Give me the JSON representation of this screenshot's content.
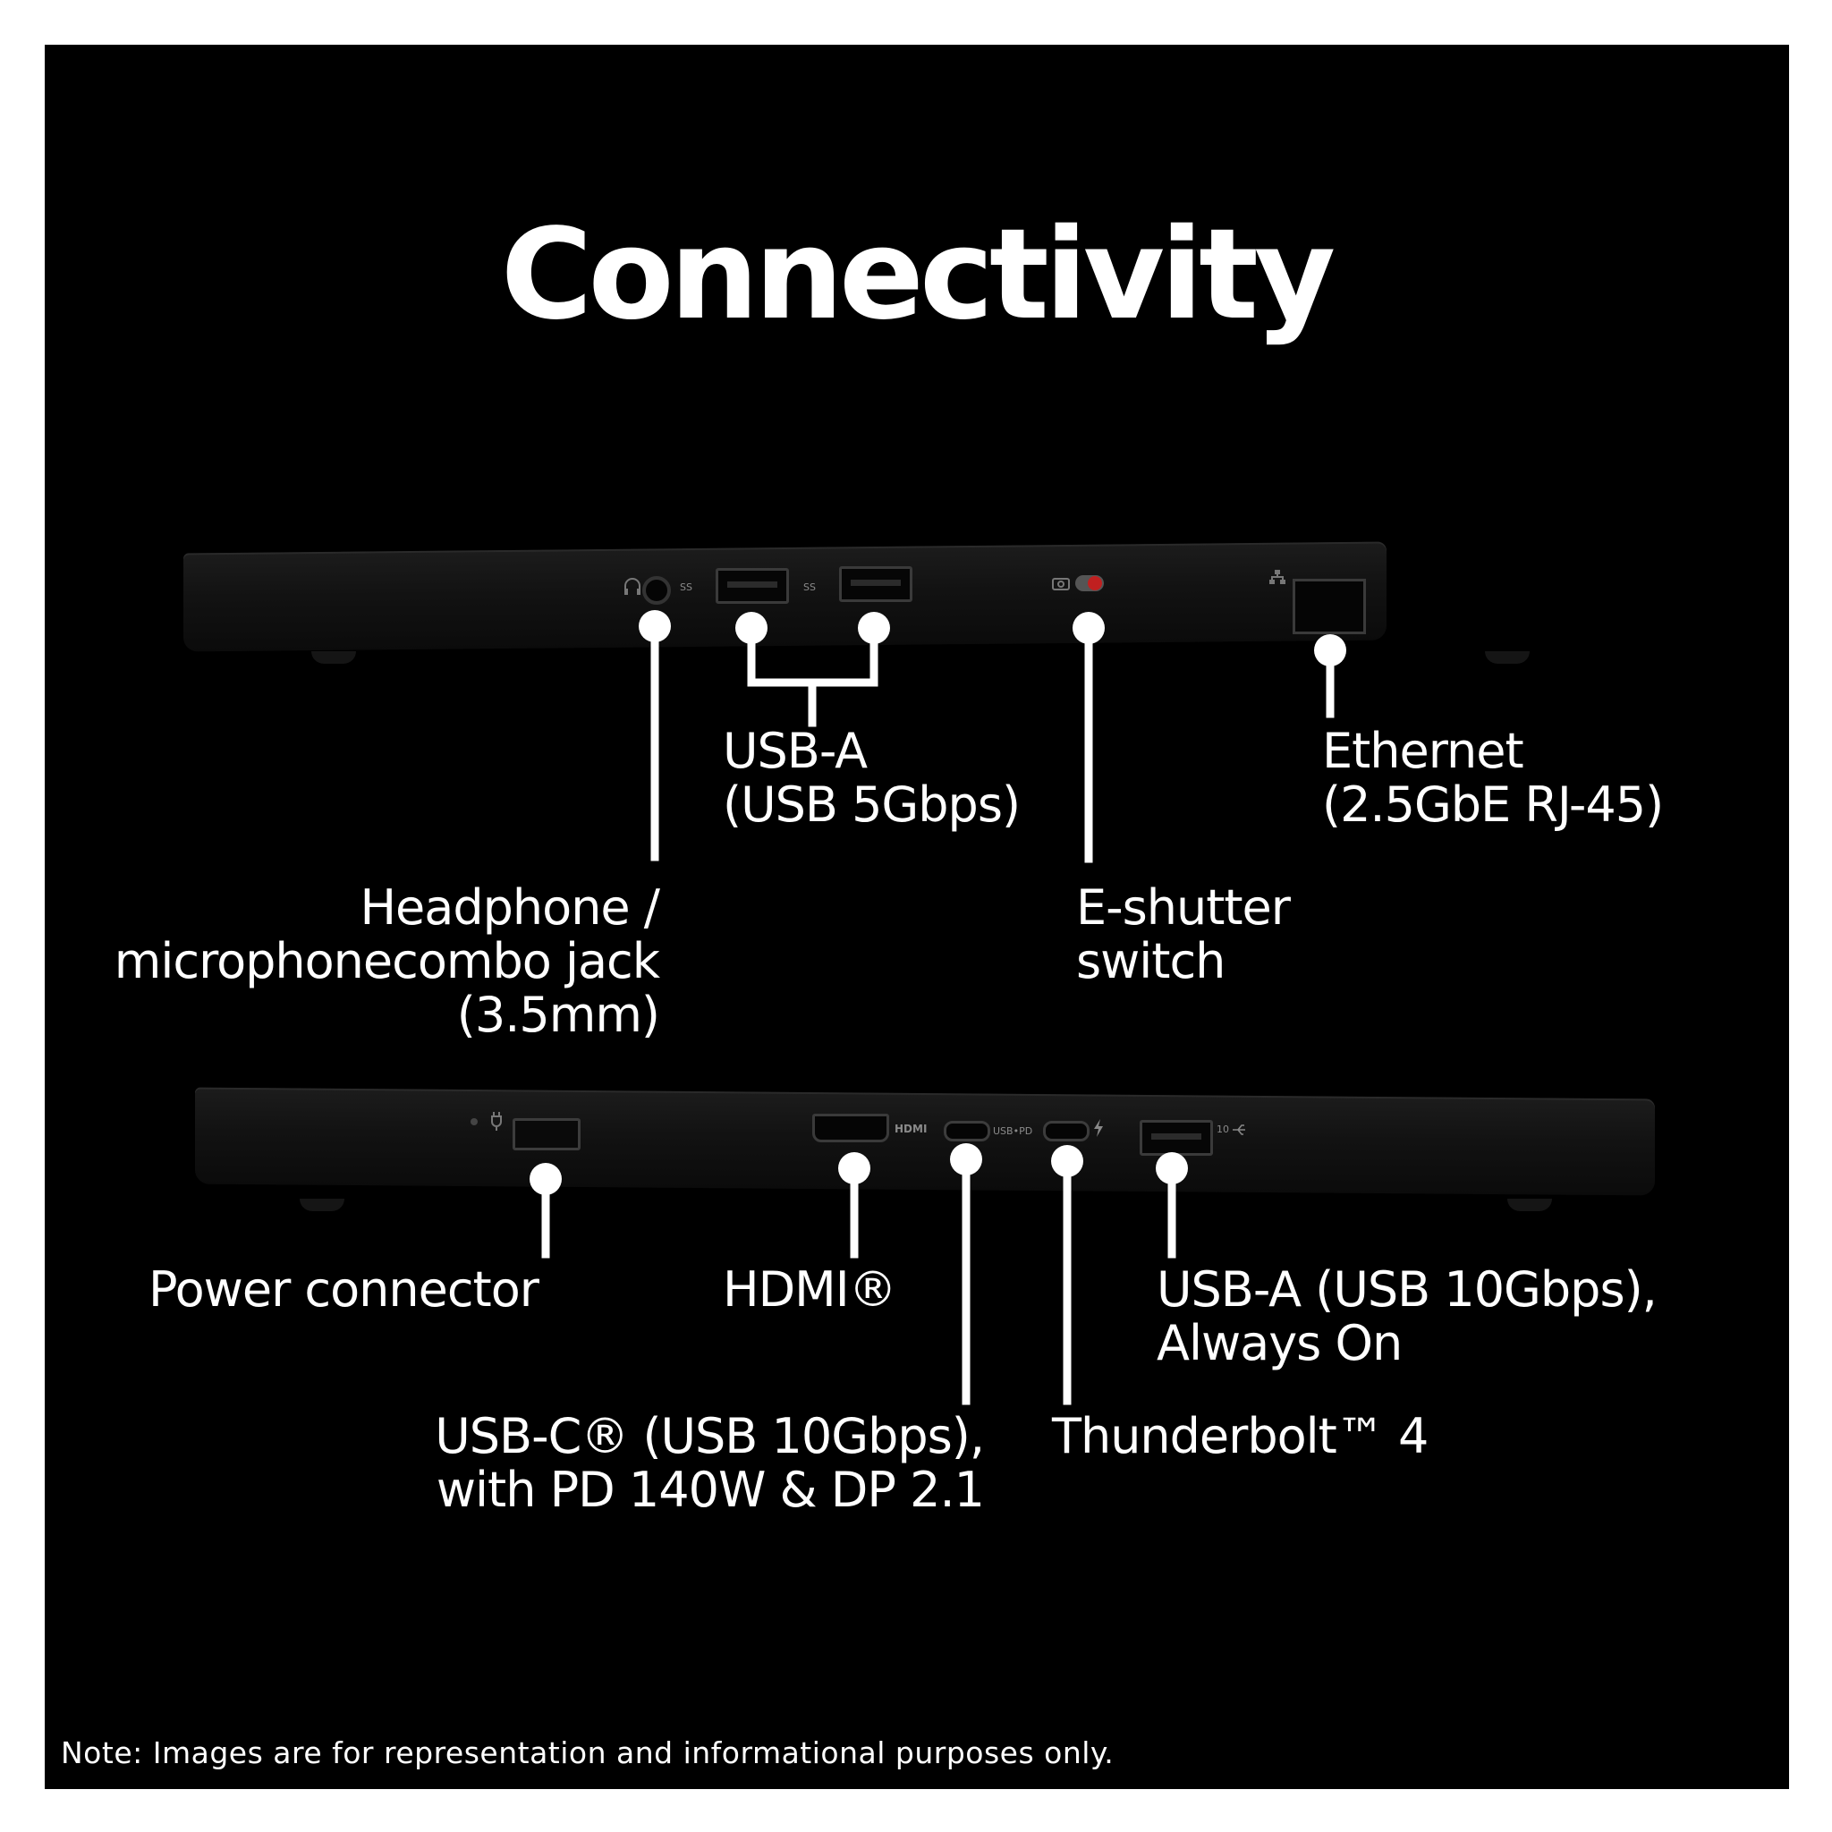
{
  "title": "Connectivity",
  "top_side": {
    "callouts": [
      {
        "id": "headphone",
        "label": "Headphone /\nmicrophonecombo jack\n(3.5mm)"
      },
      {
        "id": "usb-a-5g",
        "label": "USB-A\n(USB 5Gbps)"
      },
      {
        "id": "e-shutter",
        "label": "E-shutter\nswitch"
      },
      {
        "id": "ethernet",
        "label": "Ethernet\n(2.5GbE RJ-45)"
      }
    ],
    "port_markings": {
      "usb_ss_1": "SS",
      "usb_ss_2": "SS"
    }
  },
  "bottom_side": {
    "callouts": [
      {
        "id": "power",
        "label": "Power connector"
      },
      {
        "id": "hdmi",
        "label": "HDMI®"
      },
      {
        "id": "usb-c",
        "label": "USB-C® (USB 10Gbps),\nwith PD 140W & DP 2.1"
      },
      {
        "id": "thunderbolt",
        "label": "Thunderbolt™ 4"
      },
      {
        "id": "usb-a-10g",
        "label": "USB-A (USB 10Gbps),\nAlways On"
      }
    ],
    "port_markings": {
      "hdmi": "HDMI",
      "usbpd": "USB•PD",
      "usb10": "10"
    }
  },
  "note": "Note: Images are for representation and informational purposes only.",
  "colors": {
    "background": "#000000",
    "frame": "#ffffff",
    "text": "#ffffff",
    "callout": "#ffffff",
    "laptop": "#141414",
    "shutter_red": "#c02020"
  }
}
